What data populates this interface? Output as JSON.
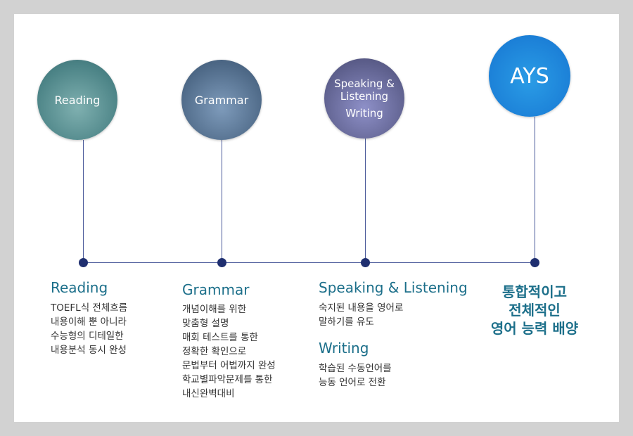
{
  "nodes": [
    {
      "circle_label": "Reading",
      "title": "Reading",
      "lines": [
        "TOEFL식 전체흐름",
        "내용이해 뿐 아니라",
        "수능형의 디테일한",
        "내용분석 동시 완성"
      ]
    },
    {
      "circle_label": "Grammar",
      "title": "Grammar",
      "lines": [
        "개념이해를 위한",
        "맞춤형 설명",
        "매회 테스트를 통한",
        "정확한 확인으로",
        "문법부터 어법까지 완성",
        "학교별파악문제를 통한",
        "내신완벽대비"
      ]
    },
    {
      "circle_lines": [
        "Speaking &",
        "Listening",
        "Writing"
      ],
      "title": "Speaking & Listening",
      "lines": [
        "숙지된 내용을 영어로",
        "말하기를 유도"
      ],
      "title2": "Writing",
      "lines2": [
        "학습된 수동언어를",
        "능동 언어로 전환"
      ]
    },
    {
      "circle_label": "AYS",
      "lines": [
        "통합적이고",
        "전체적인",
        "영어 능력 배양"
      ]
    }
  ]
}
